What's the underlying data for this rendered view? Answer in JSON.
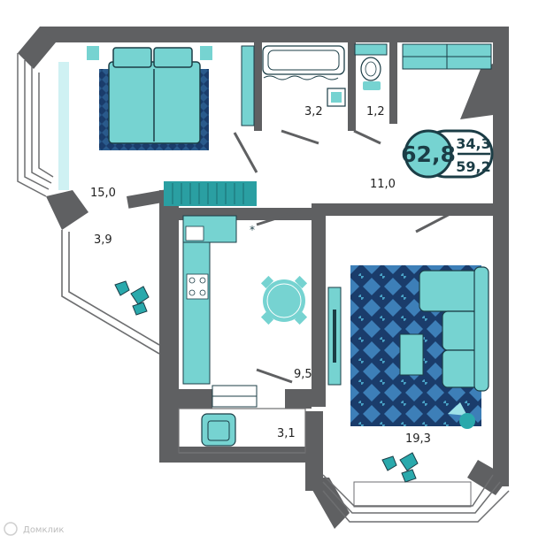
{
  "plan": {
    "total_area": "62,8",
    "living_area": "34,3",
    "area_with_balconies": "59,2",
    "rooms": [
      {
        "id": "bedroom",
        "label": "15,0"
      },
      {
        "id": "loggia-left",
        "label": "3,9"
      },
      {
        "id": "bathroom",
        "label": "3,2"
      },
      {
        "id": "toilet",
        "label": "1,2"
      },
      {
        "id": "hallway",
        "label": "11,0"
      },
      {
        "id": "kitchen",
        "label": "9,5"
      },
      {
        "id": "balcony-kitchen",
        "label": "3,1"
      },
      {
        "id": "living-room",
        "label": "19,3"
      }
    ]
  },
  "watermark": "Домклик",
  "colors": {
    "wall": "#5f6062",
    "teal": "#76d3d1",
    "navy": "#1a3c6b",
    "dark_text": "#1b3d46"
  }
}
